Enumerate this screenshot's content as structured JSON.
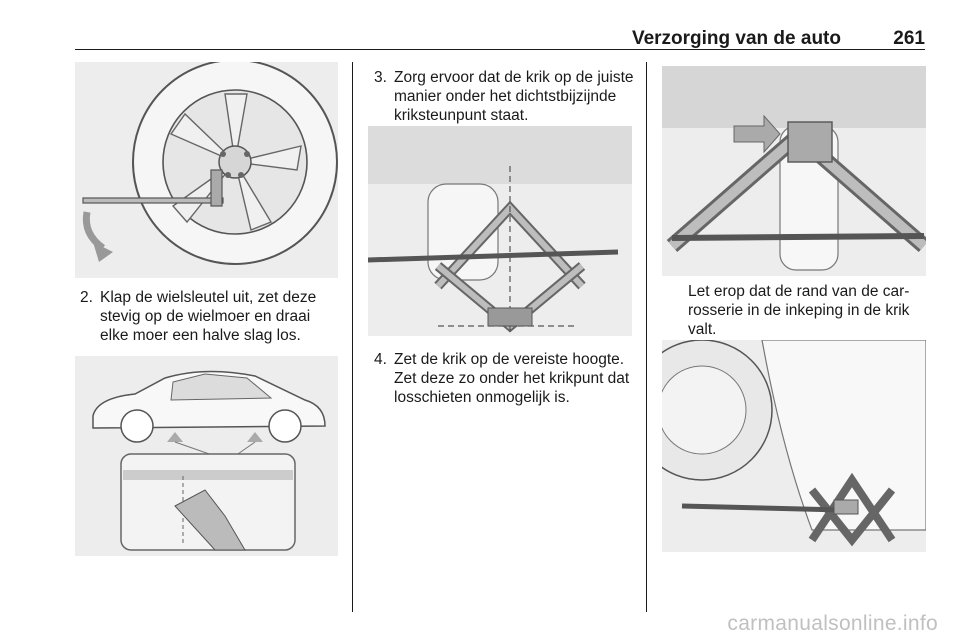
{
  "header": {
    "title": "Verzorging van de auto",
    "page_number": "261"
  },
  "column1": {
    "step2": {
      "number": "2.",
      "text": "Klap de wielsleutel uit, zet deze stevig op de wielmoer en draai elke moer een halve slag los."
    }
  },
  "column2": {
    "step3": {
      "number": "3.",
      "text": "Zorg ervoor dat de krik op de juiste manier onder het dichtstbijzijnde kriksteunpunt staat."
    },
    "step4": {
      "number": "4.",
      "text": "Zet de krik op de vereiste hoogte. Zet deze zo onder het krikpunt dat losschieten onmogelijk is."
    }
  },
  "column3": {
    "caption": "Let erop dat de rand van de car-rosserie in de inkeping in de krik valt."
  },
  "watermark": "carmanualsonline.info",
  "colors": {
    "figure_bg": "#ededed",
    "line_art": "#555555",
    "arrow": "#b5b5b5"
  }
}
